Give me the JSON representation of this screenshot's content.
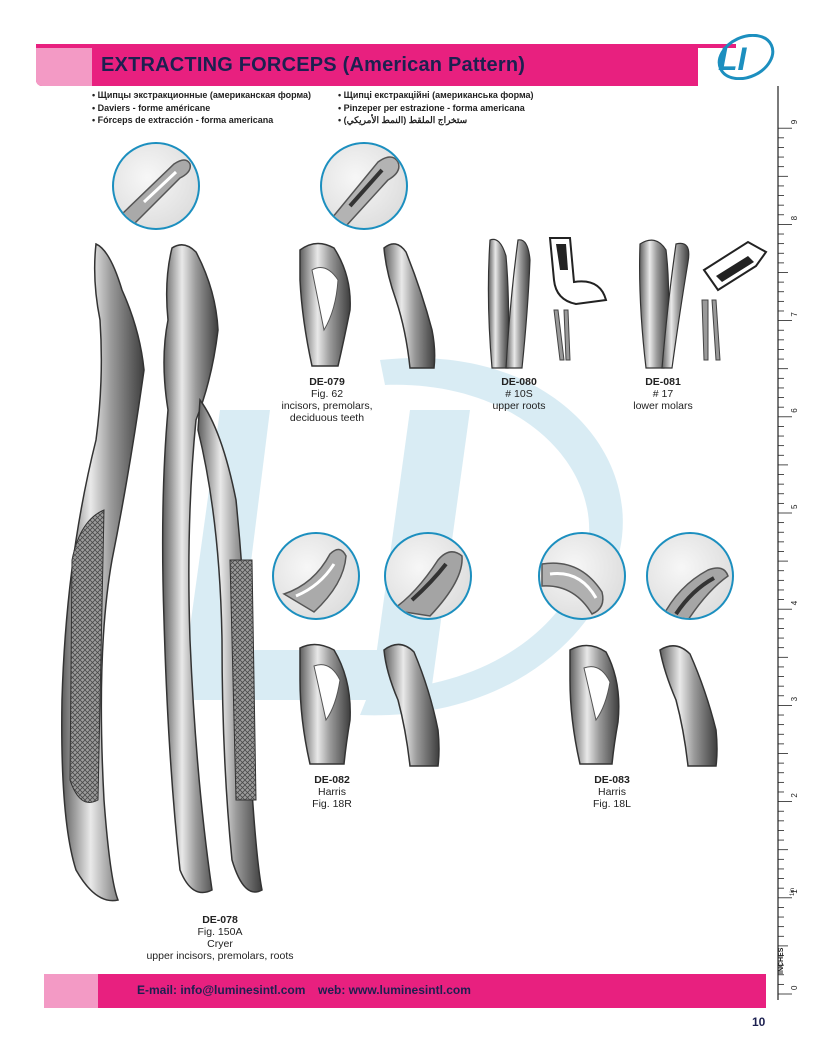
{
  "header": {
    "title": "EXTRACTING FORCEPS (American Pattern)",
    "languages_left": [
      "• Щипцы экстракционные (американская форма)",
      "• Daviers - forme américane",
      "• Fórceps de extracción - forma americana"
    ],
    "languages_right": [
      "• Щипці екстракційні (американська форма)",
      "• Pinzeper per estrazione - forma americana",
      "• ستخراج الملقط (النمط الأمريكي)"
    ],
    "logo_text": "LI"
  },
  "products": [
    {
      "code": "DE-078",
      "lines": [
        "Fig. 150A",
        "Cryer",
        "upper incisors, premolars, roots"
      ]
    },
    {
      "code": "DE-079",
      "lines": [
        "Fig. 62",
        "incisors, premolars,",
        "deciduous teeth"
      ]
    },
    {
      "code": "DE-080",
      "lines": [
        "# 10S",
        "upper roots"
      ]
    },
    {
      "code": "DE-081",
      "lines": [
        "# 17",
        "lower molars"
      ]
    },
    {
      "code": "DE-082",
      "lines": [
        "Harris",
        "Fig. 18R"
      ]
    },
    {
      "code": "DE-083",
      "lines": [
        "Harris",
        "Fig. 18L"
      ]
    }
  ],
  "ruler": {
    "unit_label": "INCHES",
    "sub_label": "1in",
    "numbers": [
      "0",
      "1",
      "2",
      "3",
      "4",
      "5",
      "6",
      "7",
      "8",
      "9"
    ]
  },
  "footer": {
    "email": "E-mail: info@luminesintl.com",
    "web": "web: www.luminesintl.com"
  },
  "page_number": "10",
  "colors": {
    "accent": "#e8207f",
    "accent_light": "#f39ac5",
    "navy": "#1c2050",
    "circle_border": "#1c8fbf"
  }
}
